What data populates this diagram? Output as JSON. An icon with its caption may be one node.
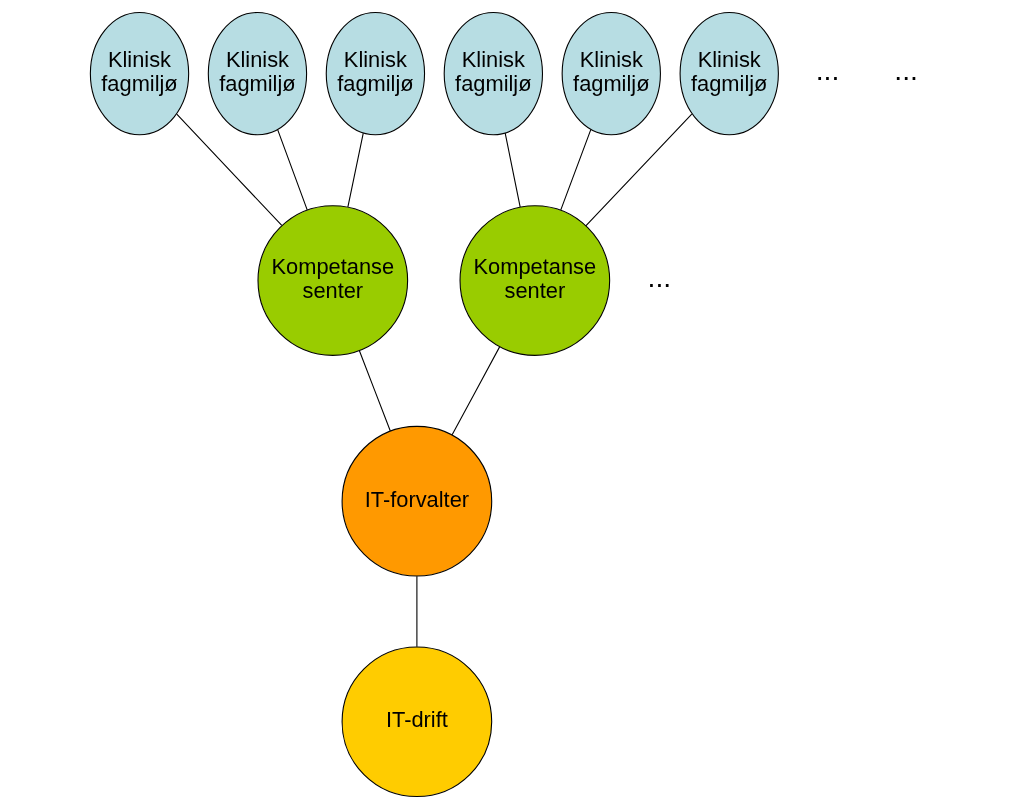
{
  "diagram": {
    "nodes": [
      {
        "text": [
          "Klinisk fagmiljø"
        ]
      },
      {
        "text": [
          "Klinisk fagmiljø"
        ]
      },
      {
        "text": [
          "Klinisk fagmiljø"
        ]
      },
      {
        "text": [
          "Klinisk fagmiljø"
        ]
      },
      {
        "text": [
          "Klinisk fagmiljø"
        ]
      },
      {
        "text": [
          "Klinisk fagmiljø"
        ]
      },
      {
        "text": [
          "Kompetanse senter"
        ]
      },
      {
        "text": [
          "Kompetanse senter"
        ]
      },
      {
        "text": [
          "IT-forvalter"
        ]
      },
      {
        "text": [
          "IT-drift"
        ]
      }
    ],
    "edges": [
      {
        "from": 0,
        "to": 6,
        "arrow": "none"
      },
      {
        "from": 1,
        "to": 6,
        "arrow": "none"
      },
      {
        "from": 2,
        "to": 6,
        "arrow": "none"
      },
      {
        "from": 3,
        "to": 7,
        "arrow": "none"
      },
      {
        "from": 4,
        "to": 7,
        "arrow": "none"
      },
      {
        "from": 5,
        "to": 7,
        "arrow": "none"
      },
      {
        "from": 6,
        "to": 8,
        "arrow": "none"
      },
      {
        "from": 7,
        "to": 8,
        "arrow": "none"
      },
      {
        "from": 8,
        "to": 9,
        "arrow": "none"
      }
    ],
    "labels": [
      "...",
      "...",
      "..."
    ]
  }
}
